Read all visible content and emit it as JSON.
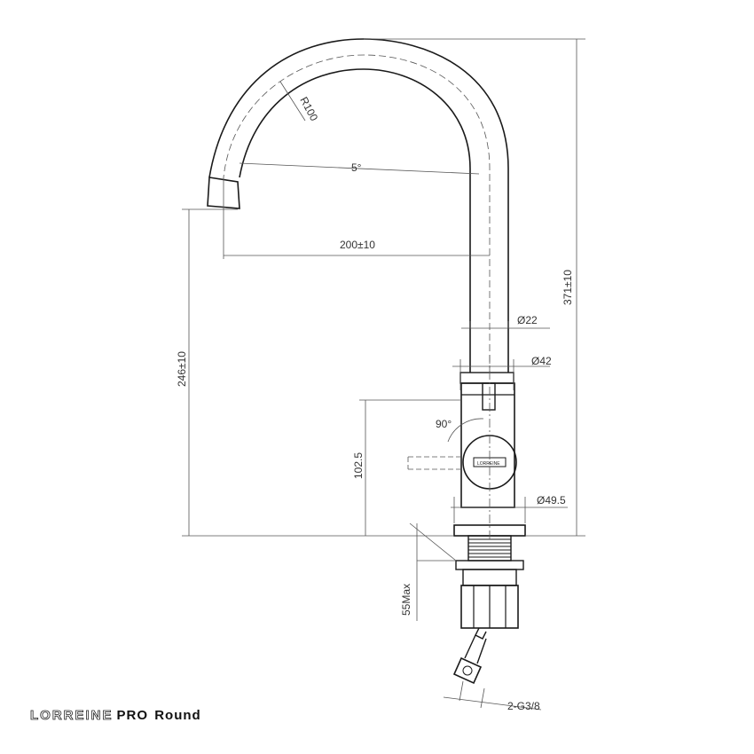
{
  "colors": {
    "line": "#1a1a1a",
    "dim": "#555555",
    "text": "#333333"
  },
  "title": {
    "brand": "LORREINE",
    "model": "PRO",
    "variant": "Round"
  },
  "logo_plate_text": "LORREINE",
  "dimensions": {
    "radius": "R100",
    "spout_angle": "5°",
    "reach": "200±10",
    "total_height": "371±10",
    "spout_height": "246±10",
    "tube_dia": "Ø22",
    "body_top_dia": "Ø42",
    "lever_angle": "90°",
    "lever_height": "102.5",
    "base_dia": "Ø49.5",
    "max_thickness": "55Max",
    "connector": "2-G3/8"
  }
}
